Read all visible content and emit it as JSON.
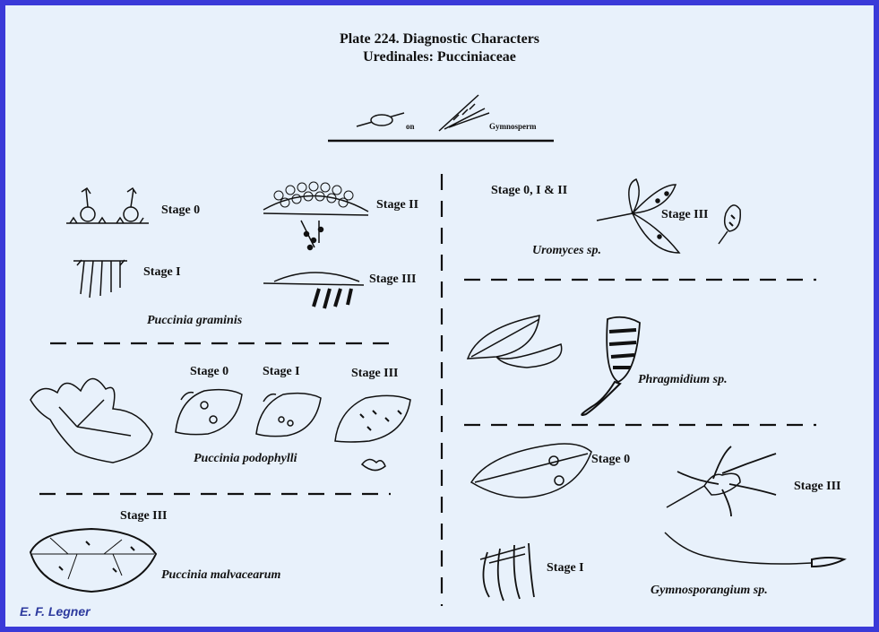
{
  "header": {
    "title_line1": "Plate 224.  Diagnostic Characters",
    "title_line2": "Uredinales:  Pucciniaceae",
    "on_label": "on",
    "gymnosperm_label": "Gymnosperm"
  },
  "left": {
    "graminis": {
      "stage0": "Stage 0",
      "stage1": "Stage I",
      "stage2": "Stage II",
      "stage3": "Stage III",
      "species": "Puccinia graminis"
    },
    "podophylli": {
      "stage0": "Stage 0",
      "stage1": "Stage I",
      "stage3": "Stage III",
      "species": "Puccinia podophylli"
    },
    "malvacearum": {
      "stage3": "Stage III",
      "species": "Puccinia malvacearum"
    }
  },
  "right": {
    "uromyces": {
      "stage01": "Stage 0, I & II",
      "stage3": "Stage III",
      "species": "Uromyces sp."
    },
    "phragmidium": {
      "species": "Phragmidium sp."
    },
    "gymnosporangium": {
      "stage0": "Stage 0",
      "stage3": "Stage III",
      "stage1": "Stage I",
      "species": "Gymnosporangium sp."
    }
  },
  "author": "E. F. Legner",
  "colors": {
    "border": "#3a3ad8",
    "background": "#e8f1fb",
    "author_text": "#2d3a9e"
  }
}
